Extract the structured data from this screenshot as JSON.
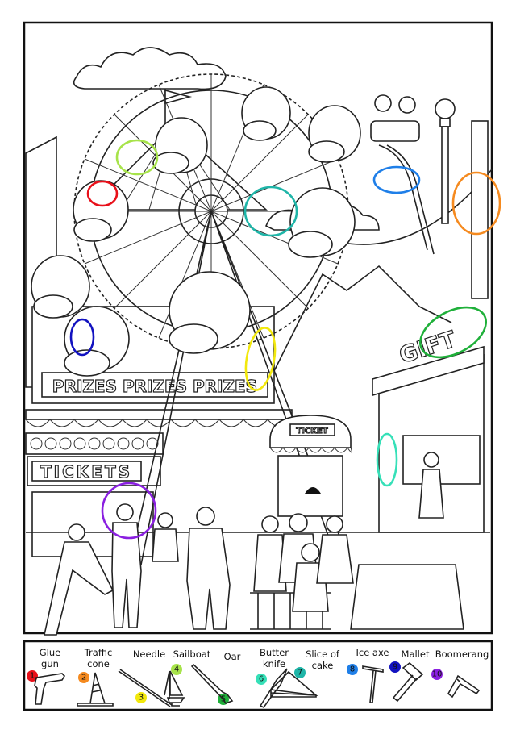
{
  "scene": {
    "signs": {
      "prizes": "PRIZES PRIZES PRIZES",
      "tickets": "TICKETS",
      "ticket_booth": "TICKET",
      "gift": "GIFT"
    },
    "found_markers": [
      {
        "item": 1,
        "color": "#e8101a"
      },
      {
        "item": 2,
        "color": "#f58a1f"
      },
      {
        "item": 3,
        "color": "#f2e80c"
      },
      {
        "item": 4,
        "color": "#a7e34a"
      },
      {
        "item": 5,
        "color": "#1fb03a"
      },
      {
        "item": 6,
        "color": "#36e0b8"
      },
      {
        "item": 7,
        "color": "#1fb5a8"
      },
      {
        "item": 8,
        "color": "#1f7fe8"
      },
      {
        "item": 9,
        "color": "#1212c0"
      },
      {
        "item": 10,
        "color": "#8a1fe0"
      }
    ]
  },
  "legend": {
    "items": [
      {
        "number": "1",
        "lines": [
          "Glue",
          "gun"
        ],
        "color": "#e8101a",
        "icon": "glue-gun"
      },
      {
        "number": "2",
        "lines": [
          "Traffic",
          "cone"
        ],
        "color": "#f58a1f",
        "icon": "traffic-cone"
      },
      {
        "number": "3",
        "lines": [
          "Needle"
        ],
        "color": "#f2e80c",
        "icon": "needle"
      },
      {
        "number": "4",
        "lines": [
          "Sailboat"
        ],
        "color": "#a7e34a",
        "icon": "sailboat"
      },
      {
        "number": "5",
        "lines": [
          "Oar"
        ],
        "color": "#1fb03a",
        "icon": "oar"
      },
      {
        "number": "6",
        "lines": [
          "Butter",
          "knife"
        ],
        "color": "#36e0b8",
        "icon": "butter-knife"
      },
      {
        "number": "7",
        "lines": [
          "Slice of",
          "cake"
        ],
        "color": "#1fb5a8",
        "icon": "cake-slice"
      },
      {
        "number": "8",
        "lines": [
          "Ice axe"
        ],
        "color": "#1f7fe8",
        "icon": "ice-axe"
      },
      {
        "number": "9",
        "lines": [
          "Mallet"
        ],
        "color": "#1212c0",
        "icon": "mallet"
      },
      {
        "number": "10",
        "lines": [
          "Boomerang"
        ],
        "color": "#8a1fe0",
        "icon": "boomerang"
      }
    ]
  }
}
